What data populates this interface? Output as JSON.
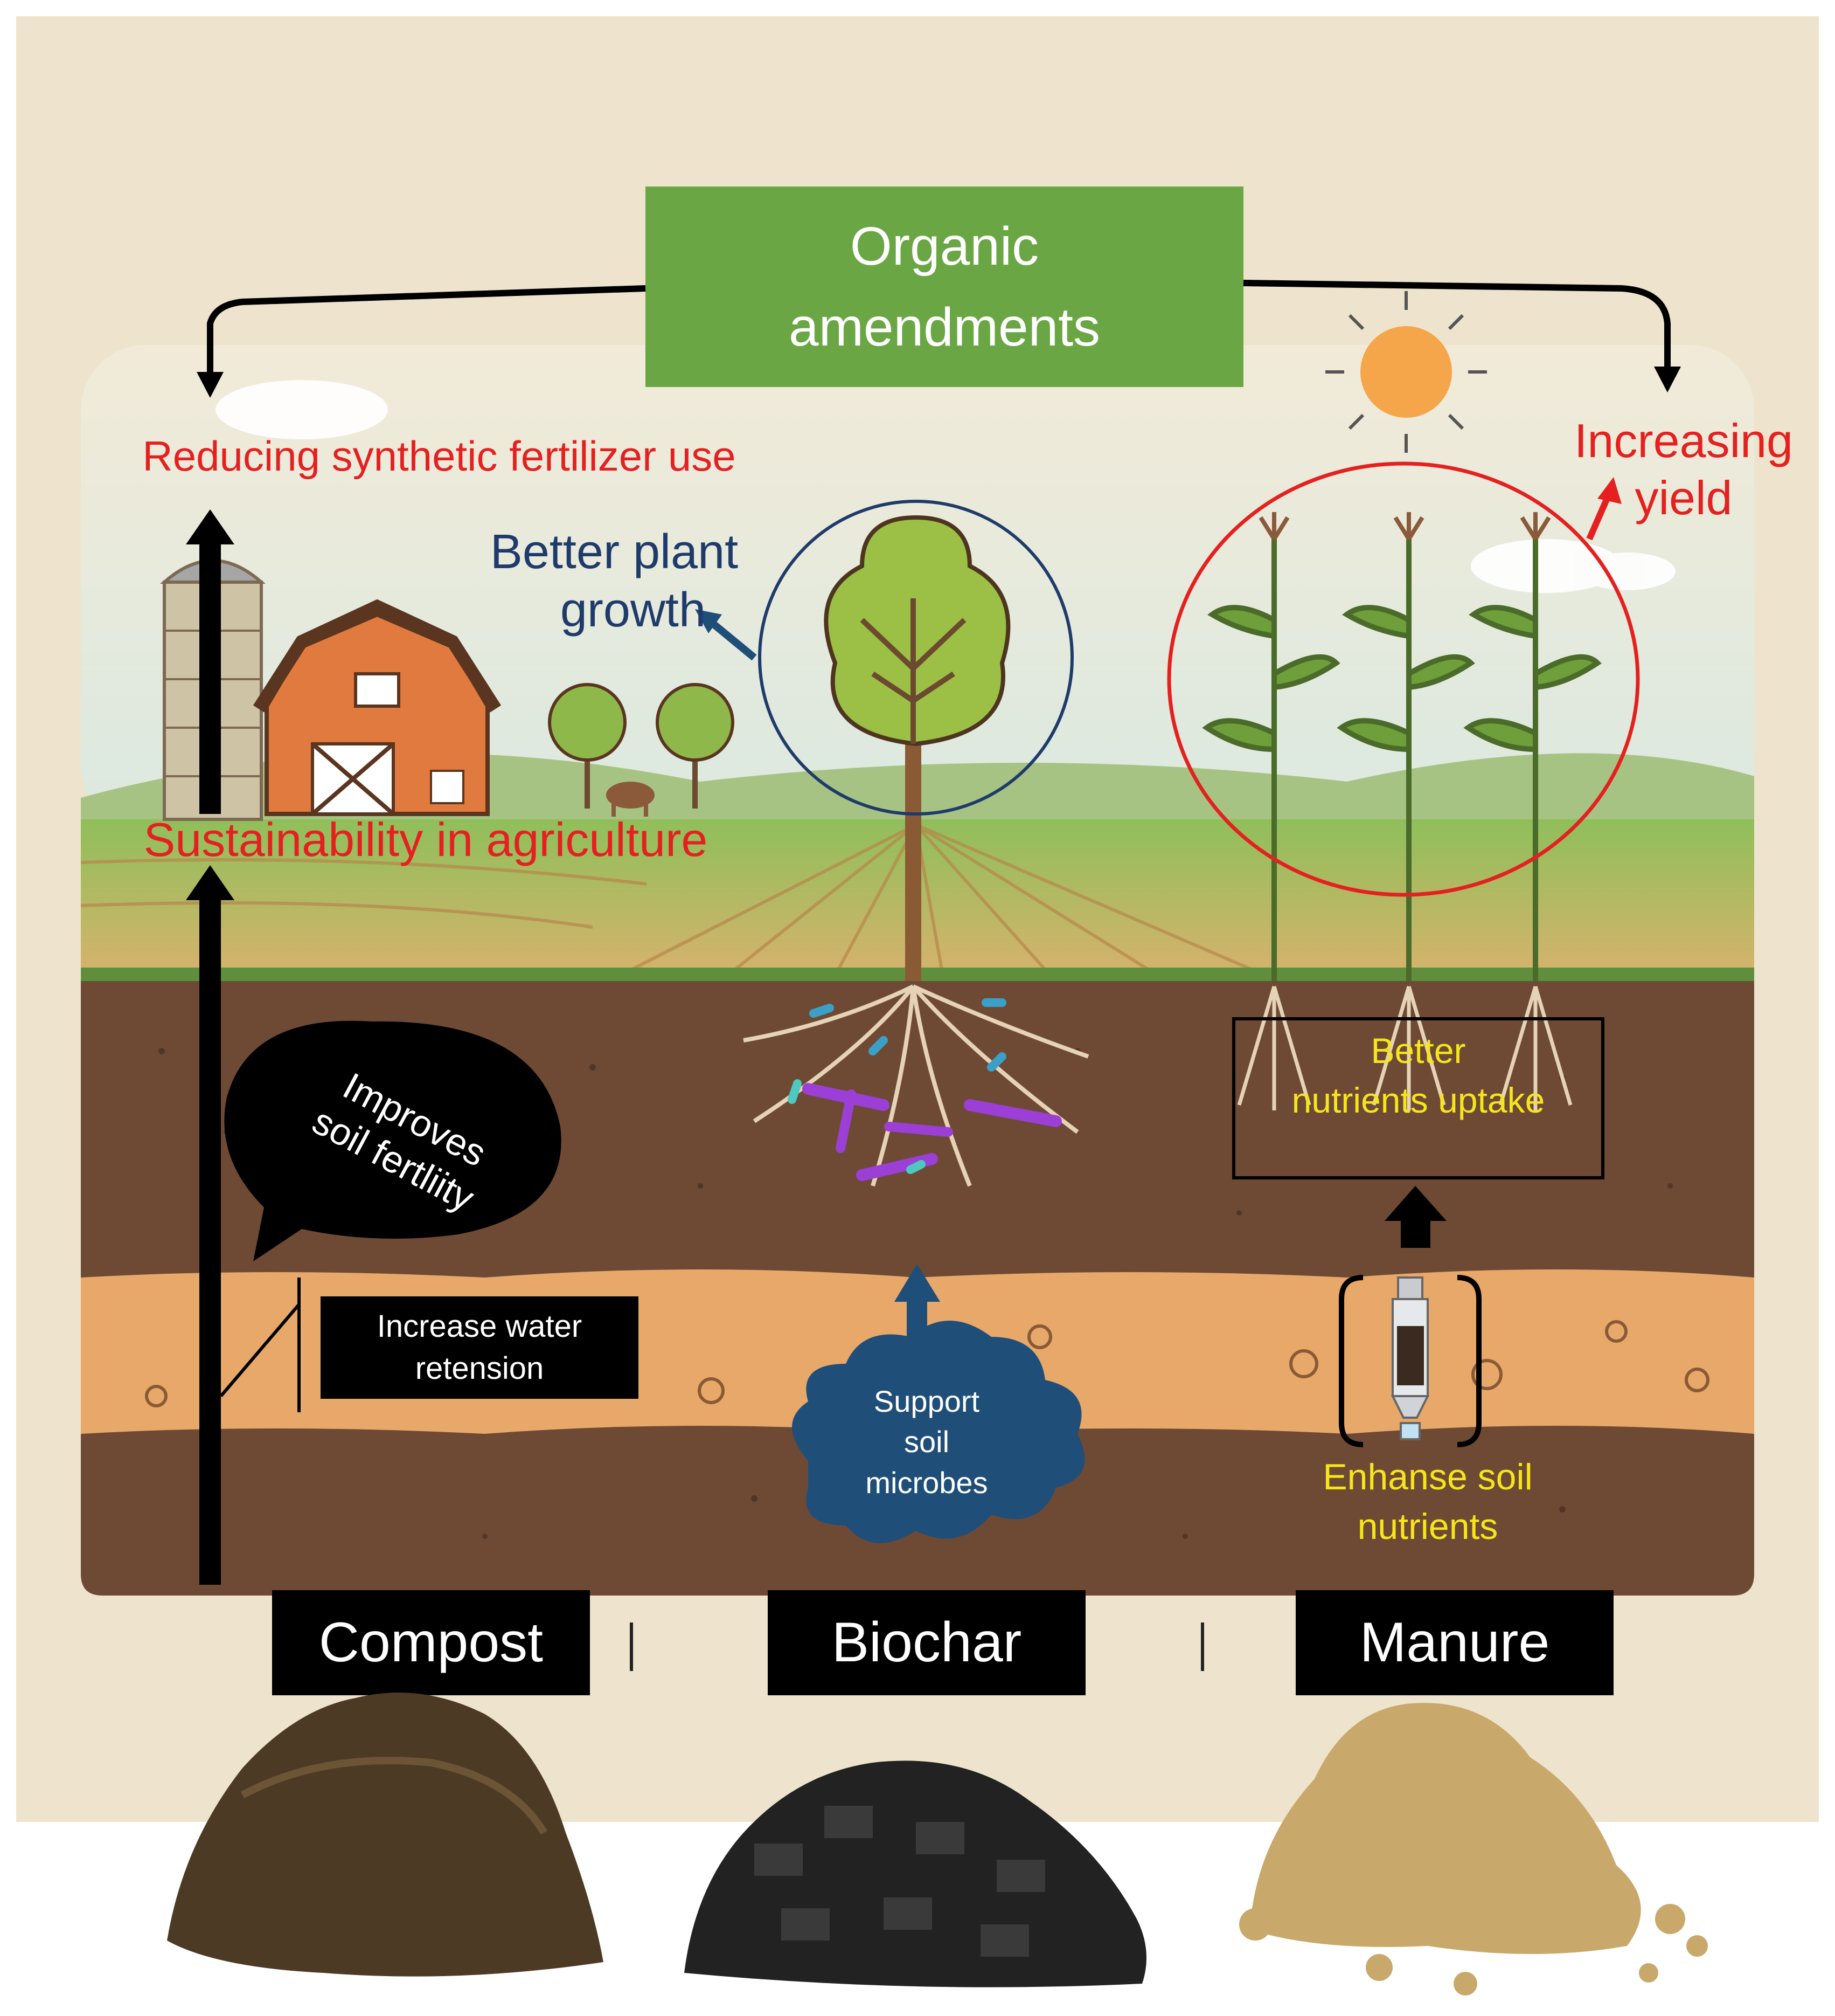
{
  "title": "Organic amendments",
  "title_line1": "Organic",
  "title_line2": "amendments",
  "labels": {
    "reducing": "Reducing synthetic fertilizer use",
    "sustainability": "Sustainability in agriculture",
    "better_growth_1": "Better plant",
    "better_growth_2": "growth",
    "increasing_1": "Increasing",
    "increasing_2": "yield",
    "improves_1": "Improves",
    "improves_2": "soil fertliity",
    "water_1": "Increase water",
    "water_2": "retension",
    "microbes_1": "Support",
    "microbes_2": "soil",
    "microbes_3": "microbes",
    "uptake_1": "Better",
    "uptake_2": "nutrients uptake",
    "enhance_1": "Enhanse soil",
    "enhance_2": "nutrients"
  },
  "amendments": [
    "Compost",
    "Biochar",
    "Manure"
  ],
  "colors": {
    "title_box": "#6aa744",
    "red_text": "#e52020",
    "blue_text": "#1f3b6b",
    "yellow_text": "#f5e61a",
    "soil_dark": "#6e4a35",
    "soil_light": "#e7a86a",
    "cloud_blue": "#1f4e79"
  }
}
